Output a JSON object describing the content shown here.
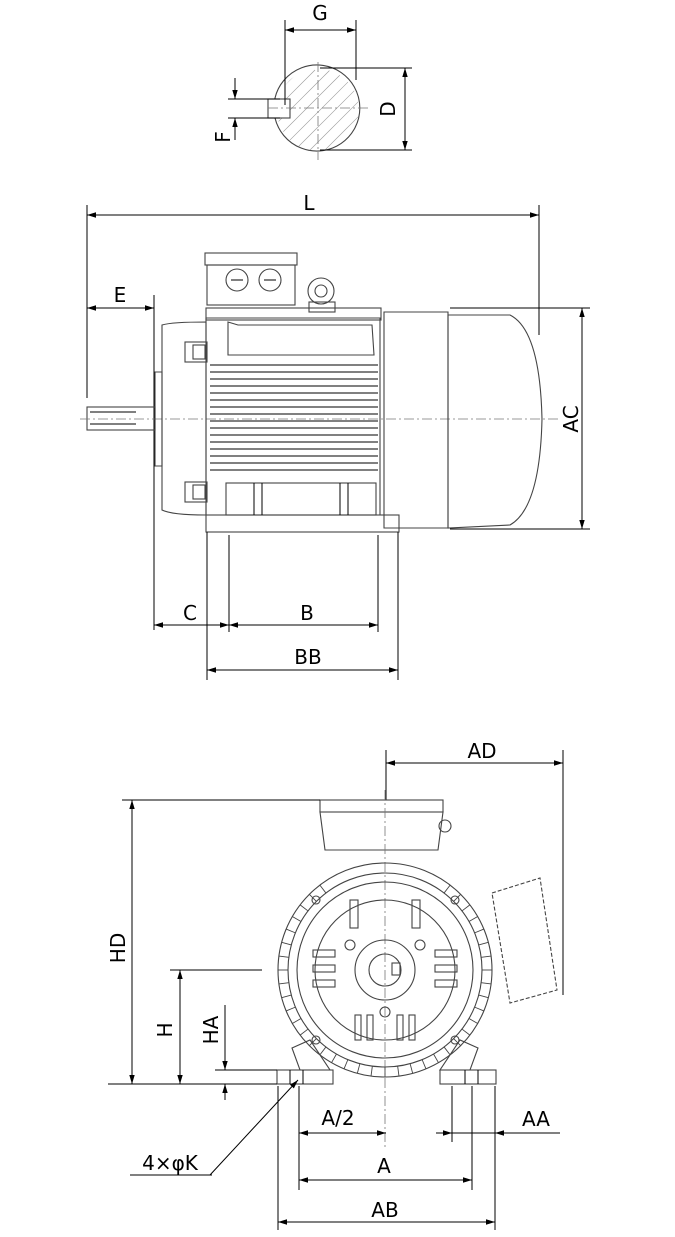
{
  "labels": {
    "G": "G",
    "D": "D",
    "F": "F",
    "L": "L",
    "E": "E",
    "AC": "AC",
    "C": "C",
    "B": "B",
    "BB": "BB",
    "AD": "AD",
    "HD": "HD",
    "H": "H",
    "HA": "HA",
    "A_half": "A/2",
    "AA": "AA",
    "A": "A",
    "AB": "AB",
    "K": "4×φK"
  }
}
